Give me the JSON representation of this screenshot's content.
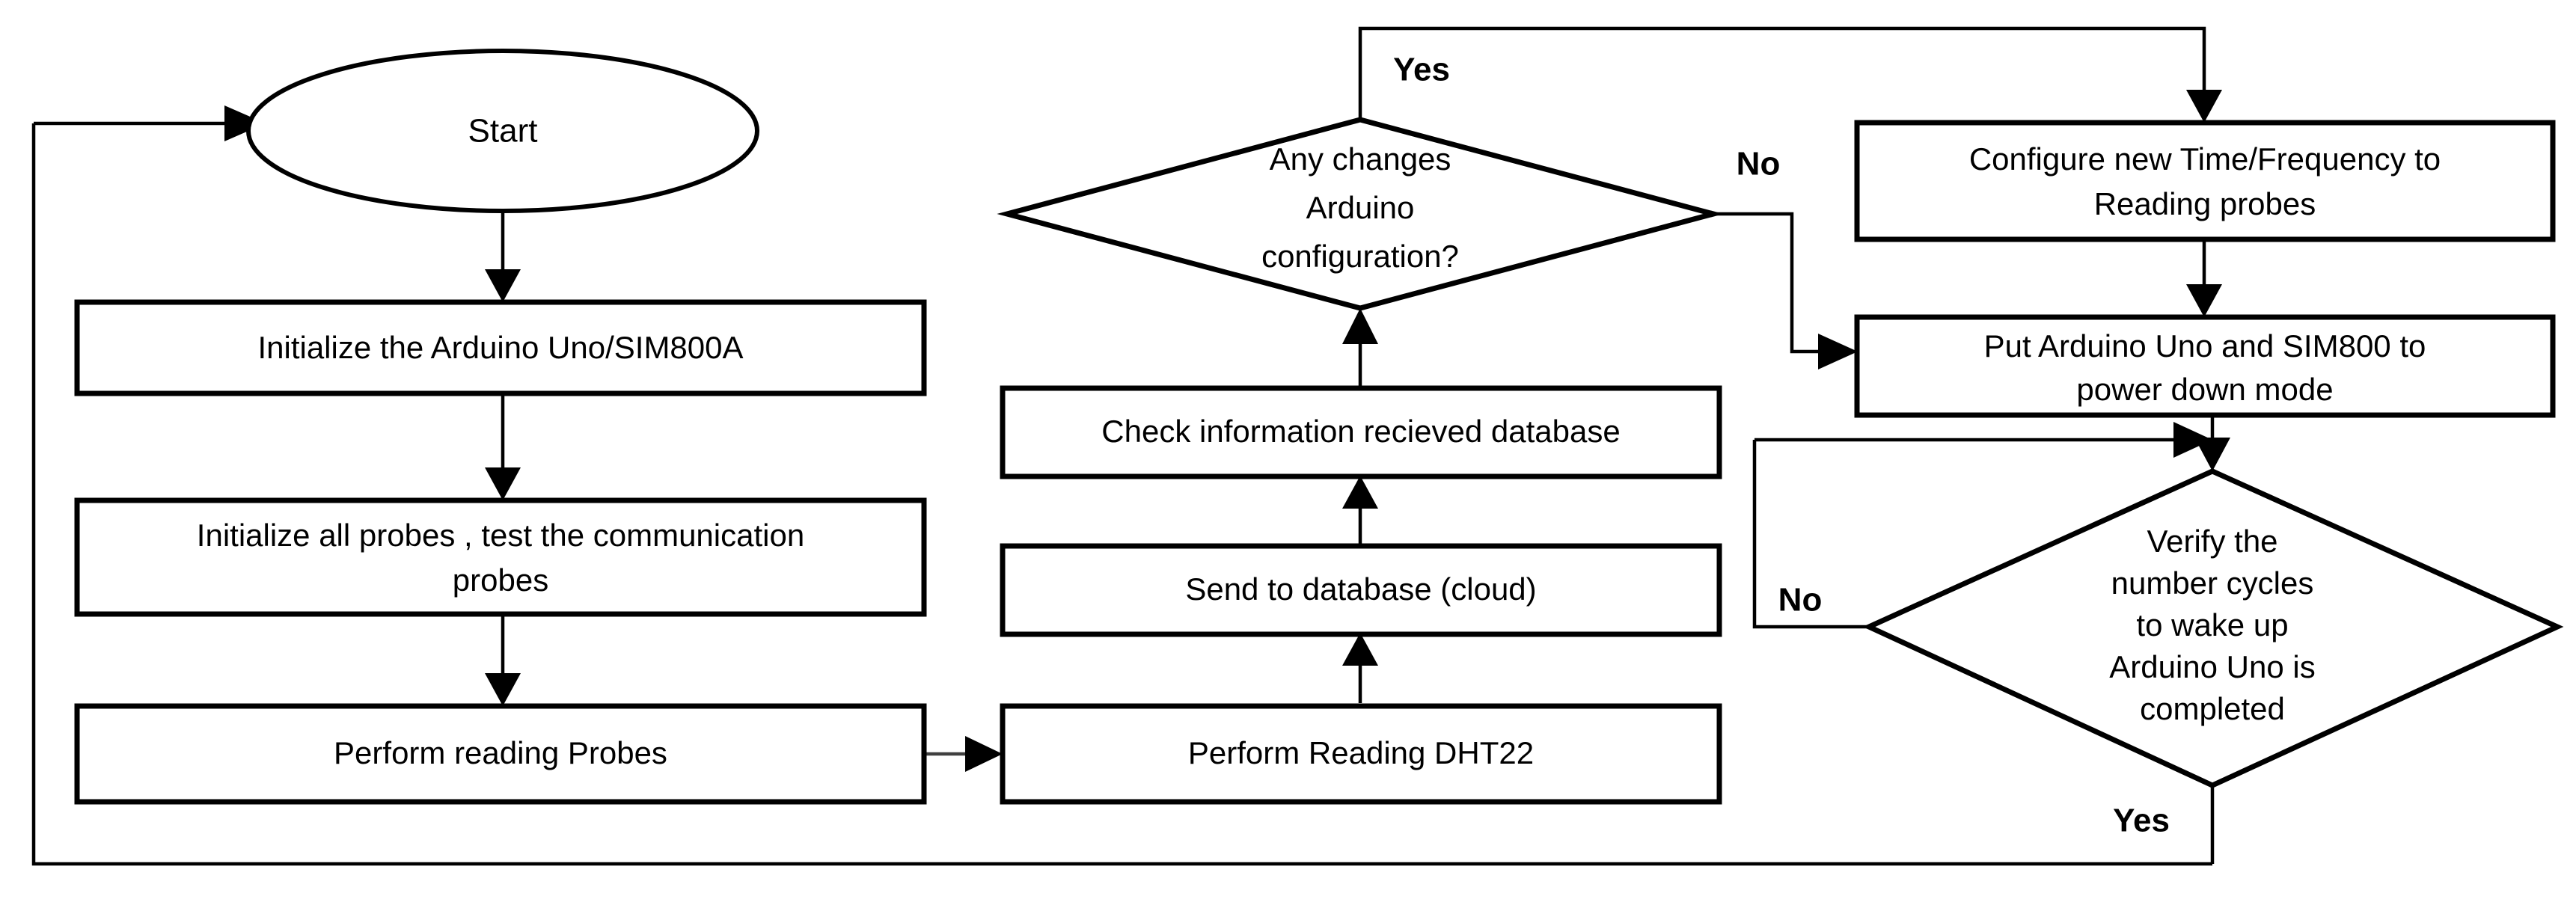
{
  "diagram": {
    "title": "Arduino Uno / SIM800A sensor reading and power-down flowchart",
    "background_color": "#ffffff",
    "line_color": "#000000",
    "text_color": "#000000",
    "nodes": [
      {
        "id": "start",
        "shape": "ellipse",
        "label": "Start",
        "lines": [
          "Start"
        ]
      },
      {
        "id": "init-arduino",
        "shape": "process",
        "label": "Initialize the Arduino Uno/SIM800A",
        "lines": [
          "Initialize the Arduino Uno/SIM800A"
        ]
      },
      {
        "id": "init-probes",
        "shape": "process",
        "label": "Initialize all probes , test the communication probes",
        "lines": [
          "Initialize all probes , test the communication",
          "probes"
        ]
      },
      {
        "id": "perform-reading-probes",
        "shape": "process",
        "label": "Perform reading Probes",
        "lines": [
          "Perform reading Probes"
        ]
      },
      {
        "id": "perform-reading-dht22",
        "shape": "process",
        "label": "Perform Reading DHT22",
        "lines": [
          "Perform Reading DHT22"
        ]
      },
      {
        "id": "send-to-database",
        "shape": "process",
        "label": "Send to database (cloud)",
        "lines": [
          "Send to database (cloud)"
        ]
      },
      {
        "id": "check-information",
        "shape": "process",
        "label": "Check information recieved database",
        "lines": [
          "Check information recieved database"
        ]
      },
      {
        "id": "any-changes",
        "shape": "decision",
        "label": "Any changes Arduino configuration?",
        "lines": [
          "Any changes",
          "Arduino",
          "configuration?"
        ]
      },
      {
        "id": "configure-new-time",
        "shape": "process",
        "label": "Configure new Time/Frequency to Reading probes",
        "lines": [
          "Configure new Time/Frequency to",
          "Reading probes"
        ]
      },
      {
        "id": "power-down",
        "shape": "process",
        "label": "Put Arduino Uno and SIM800 to power down mode",
        "lines": [
          "Put Arduino Uno and SIM800 to",
          "power down mode"
        ]
      },
      {
        "id": "verify-cycles",
        "shape": "decision",
        "label": "Verify the number cycles to wake up Arduino Uno is completed",
        "lines": [
          "Verify the",
          "number cycles",
          "to wake up",
          "Arduino Uno is",
          "completed"
        ]
      }
    ],
    "edge_labels": [
      {
        "id": "any-changes-yes",
        "text": "Yes"
      },
      {
        "id": "any-changes-no",
        "text": "No"
      },
      {
        "id": "verify-cycles-no",
        "text": "No"
      },
      {
        "id": "verify-cycles-yes",
        "text": "Yes"
      }
    ]
  }
}
